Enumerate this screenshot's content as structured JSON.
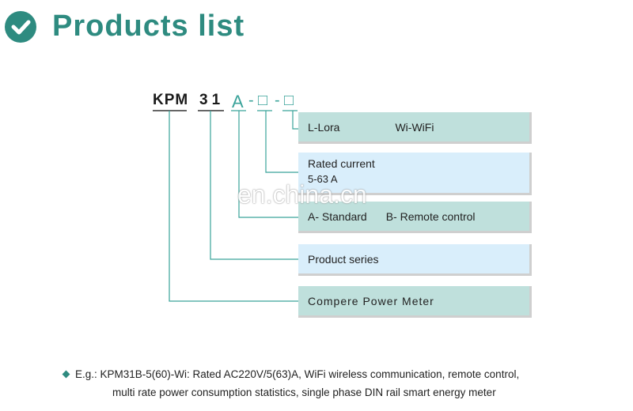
{
  "header": {
    "title": "Products list"
  },
  "model_code": {
    "prefix": "KPM",
    "series": "31",
    "type": "A",
    "dash": "-",
    "slot1": "□",
    "slot2": "□"
  },
  "boxes": {
    "communication": {
      "l_label": "L-Lora",
      "w_label": "Wi-WiFi"
    },
    "rated_current": {
      "title": "Rated current",
      "value": "5-63 A"
    },
    "type": {
      "a_label": "A- Standard",
      "b_label": "B- Remote control"
    },
    "series": {
      "label": "Product series"
    },
    "brand": {
      "label": "Compere Power Meter"
    }
  },
  "watermark": "en.china.cn",
  "example": {
    "line1": "E.g.:  KPM31B-5(60)-Wi:  Rated AC220V/5(63)A,  WiFi wireless communication, remote control,",
    "line2": "multi rate power consumption statistics, single phase DIN rail smart energy meter"
  },
  "colors": {
    "accent": "#2e8b80",
    "box_teal": "#bfe0dc",
    "box_light": "#d9eefb",
    "code_accent": "#3aa39a"
  }
}
